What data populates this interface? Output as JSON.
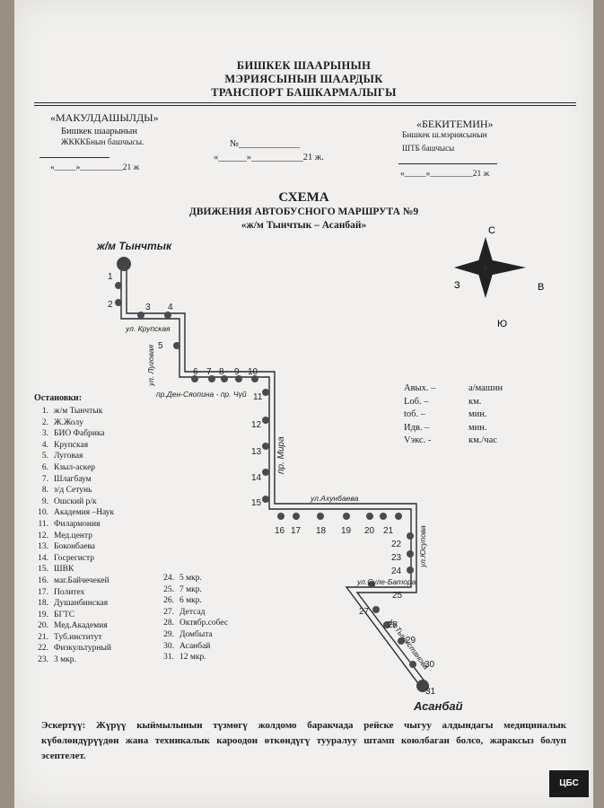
{
  "header": {
    "line1": "БИШКЕК ШААРЫНЫН",
    "line2": "МЭРИЯСЫНЫН    ШААРДЫК",
    "line3": "ТРАНСПОРТ БАШКАРМАЛЫГЫ"
  },
  "approval": {
    "left_title": "«МАКУЛДАШЫЛДЫ»",
    "left_org1": "Бишкек шаарынын",
    "left_org2": "ЖКККБнын башчысы.",
    "left_date": "«_____»__________21  ж",
    "center_no": "№_____________",
    "center_date": "«______»___________21   ж.",
    "right_title": "«БЕКИТЕМИН»",
    "right_org1": "Бишкек ш.мэриясынын",
    "right_org2": "ШТБ башчысы",
    "right_date": "«_____»__________21  ж"
  },
  "scheme": {
    "title": "СХЕМА",
    "subtitle": "ДВИЖЕНИЯ АВТОБУСНОГО МАРШРУТА №9",
    "route": "«ж/м  Тынчтык – Асанбай»"
  },
  "compass": {
    "north": "С",
    "east": "В",
    "west": "З",
    "south": "Ю"
  },
  "map": {
    "start_label": "ж/м  Тынчтык",
    "end_label": "Асанбай",
    "streets": [
      "ул. Крупская",
      "ул. Луговая",
      "пр.Ден-Сяопина - пр. Чүй",
      "пр. Мира",
      "ул.Ахунбаева",
      "ул.Юсупова",
      "ул.Суле-Батора",
      "ул.Тыныстанова"
    ],
    "stop_numbers": [
      "1",
      "2",
      "3",
      "4",
      "5",
      "6",
      "7",
      "8",
      "9",
      "10",
      "11",
      "12",
      "13",
      "14",
      "15",
      "16",
      "17",
      "18",
      "19",
      "20",
      "21",
      "22",
      "23",
      "24",
      "25",
      "27",
      "28",
      "29",
      "30",
      "31"
    ]
  },
  "stops_heading": "Остановки:",
  "stops_col1": [
    {
      "n": "1.",
      "name": "ж/м  Тынчтык"
    },
    {
      "n": "2.",
      "name": "Ж.Жолу"
    },
    {
      "n": "3.",
      "name": "БИО Фабрика"
    },
    {
      "n": "4.",
      "name": "Крупская"
    },
    {
      "n": "5.",
      "name": "Луговая"
    },
    {
      "n": "6.",
      "name": "Кзыл-аскер"
    },
    {
      "n": "7.",
      "name": "Шлагбаум"
    },
    {
      "n": "8.",
      "name": "з/д Сетунь"
    },
    {
      "n": "9.",
      "name": "Ошский р/к"
    },
    {
      "n": "10.",
      "name": "Академия –Наук"
    },
    {
      "n": "11.",
      "name": "Филармония"
    },
    {
      "n": "12.",
      "name": "Мед.центр"
    },
    {
      "n": "13.",
      "name": "Боконбаева"
    },
    {
      "n": "14.",
      "name": "Госрегистр"
    },
    {
      "n": "15.",
      "name": "ШВК"
    },
    {
      "n": "16.",
      "name": "маг.Байчечекей"
    },
    {
      "n": "17.",
      "name": "Политех"
    },
    {
      "n": "18.",
      "name": "Душанбинская"
    },
    {
      "n": "19.",
      "name": "БГТС"
    },
    {
      "n": "20.",
      "name": "Мед.Академия"
    },
    {
      "n": "21.",
      "name": "Туб.институт"
    },
    {
      "n": "22.",
      "name": "Физкультурный"
    },
    {
      "n": "23.",
      "name": "3 мкр."
    }
  ],
  "stops_col2": [
    {
      "n": "24.",
      "name": "5 мкр."
    },
    {
      "n": "25.",
      "name": "7 мкр."
    },
    {
      "n": "26.",
      "name": "6 мкр."
    },
    {
      "n": "27.",
      "name": "Детсад"
    },
    {
      "n": "28.",
      "name": "Октябр.собес"
    },
    {
      "n": "29.",
      "name": "Домбыта"
    },
    {
      "n": "30.",
      "name": "Асанбай"
    },
    {
      "n": "31.",
      "name": "12 мкр."
    }
  ],
  "legend": [
    {
      "key": "Авых. –",
      "unit": "а/машин"
    },
    {
      "key": "Lоб. –",
      "unit": "км."
    },
    {
      "key": "tоб. –",
      "unit": "мин."
    },
    {
      "key": "Идв. –",
      "unit": "мин."
    },
    {
      "key": "Vэкс. -",
      "unit": "км./час"
    }
  ],
  "note": "Эскертүү: Жүрүү кыймылынын түзмөгү жолдомо баракчада рейске чыгуу алдындагы медициналык күбөлөндүрүүдөн жана техникалык кароодон өткөндүгү тууралуу штамп коюлбаган болсо, жараксыз болуп эсептелет.",
  "stamp_text": "ЦБС"
}
